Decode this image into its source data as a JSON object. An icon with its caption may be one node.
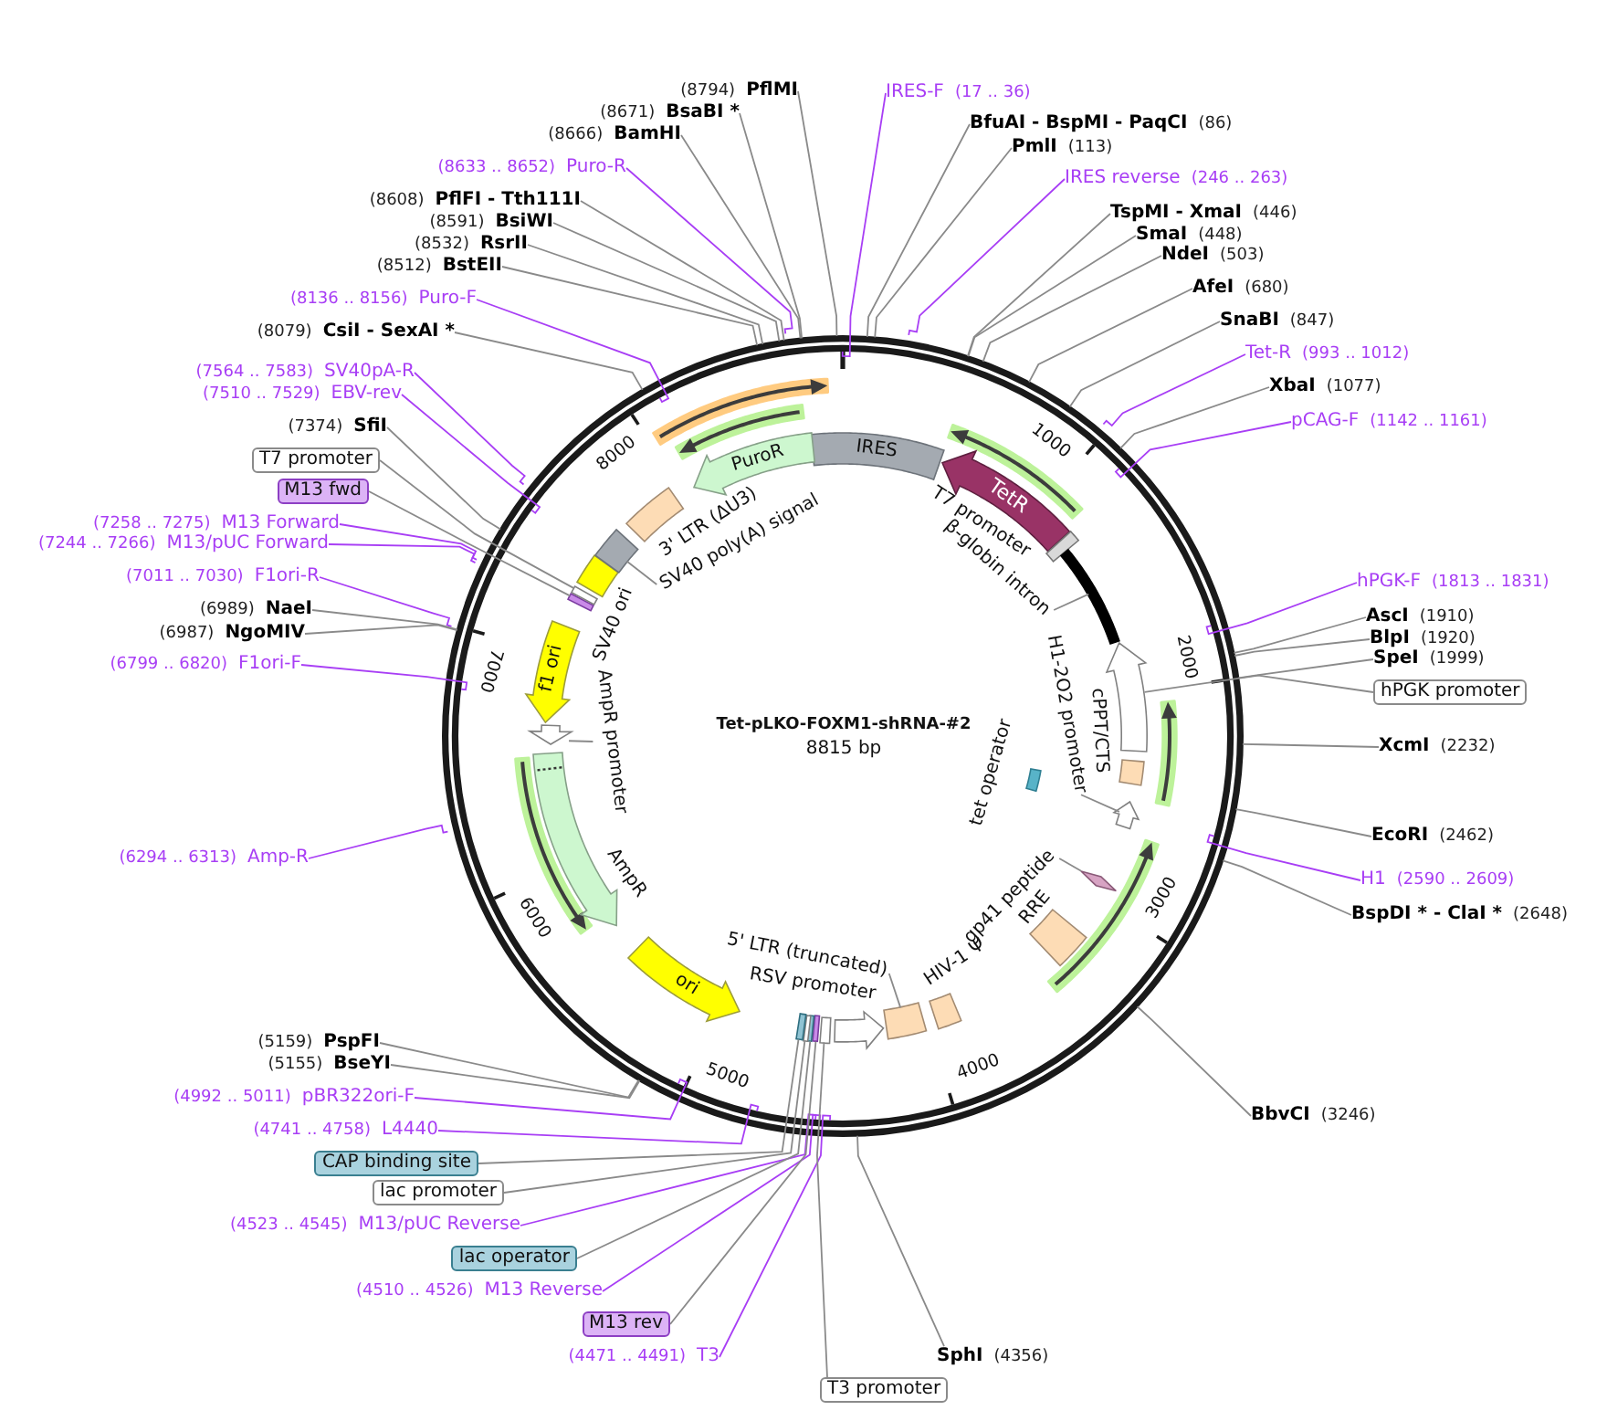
{
  "diagram": {
    "title": "Tet-pLKO-FOXM1-shRNA-#2",
    "nodes": [
      {
        "text": [
          "(8794)",
          "PflMI"
        ]
      },
      {
        "text": [
          "(8671)",
          "BsaBI *"
        ]
      },
      {
        "text": [
          "(8666)",
          "BamHI"
        ]
      },
      {
        "text": [
          "(8633 .. 8652)",
          "Puro-R"
        ]
      },
      {
        "text": [
          "(8608)",
          "PflFI - Tth111I"
        ]
      },
      {
        "text": [
          "(8591)",
          "BsiWI"
        ]
      },
      {
        "text": [
          "(8532)",
          "RsrII"
        ]
      },
      {
        "text": [
          "(8512)",
          "BstEII"
        ]
      },
      {
        "text": [
          "(8136 .. 8156)",
          "Puro-F"
        ]
      },
      {
        "text": [
          "(8079)",
          "CsiI - SexAI *"
        ]
      },
      {
        "text": [
          "(7564 .. 7583)",
          "SV40pA-R"
        ]
      },
      {
        "text": [
          "(7510 .. 7529)",
          "EBV-rev"
        ]
      },
      {
        "text": [
          "(7374)",
          "SfiI"
        ]
      },
      {
        "text": [
          "T7 promoter"
        ]
      },
      {
        "text": [
          "M13 fwd"
        ]
      },
      {
        "text": [
          "(7258 .. 7275)",
          "M13 Forward"
        ]
      },
      {
        "text": [
          "(7244 .. 7266)",
          "M13/pUC Forward"
        ]
      },
      {
        "text": [
          "(7011 .. 7030)",
          "F1ori-R"
        ]
      },
      {
        "text": [
          "(6989)",
          "NaeI"
        ]
      },
      {
        "text": [
          "(6987)",
          "NgoMIV"
        ]
      },
      {
        "text": [
          "(6799 .. 6820)",
          "F1ori-F"
        ]
      },
      {
        "text": [
          "(6294 .. 6313)",
          "Amp-R"
        ]
      },
      {
        "text": [
          "(5159)",
          "PspFI"
        ]
      },
      {
        "text": [
          "(5155)",
          "BseYI"
        ]
      },
      {
        "text": [
          "(4992 .. 5011)",
          "pBR322ori-F"
        ]
      },
      {
        "text": [
          "(4741 .. 4758)",
          "L4440"
        ]
      },
      {
        "text": [
          "CAP binding site"
        ]
      },
      {
        "text": [
          "lac promoter"
        ]
      },
      {
        "text": [
          "(4523 .. 4545)",
          "M13/pUC Reverse"
        ]
      },
      {
        "text": [
          "lac operator"
        ]
      },
      {
        "text": [
          "(4510 .. 4526)",
          "M13 Reverse"
        ]
      },
      {
        "text": [
          "M13 rev"
        ]
      },
      {
        "text": [
          "(4471 .. 4491)",
          "T3"
        ]
      },
      {
        "text": [
          "IRES-F",
          "(17 .. 36)"
        ]
      },
      {
        "text": [
          "BfuAI - BspMI - PaqCI",
          "(86)"
        ]
      },
      {
        "text": [
          "PmlI",
          "(113)"
        ]
      },
      {
        "text": [
          "IRES reverse",
          "(246 .. 263)"
        ]
      },
      {
        "text": [
          "TspMI - XmaI",
          "(446)"
        ]
      },
      {
        "text": [
          "SmaI",
          "(448)"
        ]
      },
      {
        "text": [
          "NdeI",
          "(503)"
        ]
      },
      {
        "text": [
          "AfeI",
          "(680)"
        ]
      },
      {
        "text": [
          "SnaBI",
          "(847)"
        ]
      },
      {
        "text": [
          "Tet-R",
          "(993 .. 1012)"
        ]
      },
      {
        "text": [
          "XbaI",
          "(1077)"
        ]
      },
      {
        "text": [
          "pCAG-F",
          "(1142 .. 1161)"
        ]
      },
      {
        "text": [
          "hPGK-F",
          "(1813 .. 1831)"
        ]
      },
      {
        "text": [
          "AscI",
          "(1910)"
        ]
      },
      {
        "text": [
          "BlpI",
          "(1920)"
        ]
      },
      {
        "text": [
          "SpeI",
          "(1999)"
        ]
      },
      {
        "text": [
          "hPGK promoter"
        ]
      },
      {
        "text": [
          "XcmI",
          "(2232)"
        ]
      },
      {
        "text": [
          "EcoRI",
          "(2462)"
        ]
      },
      {
        "text": [
          "H1",
          "(2590 .. 2609)"
        ]
      },
      {
        "text": [
          "BspDI * - ClaI *",
          "(2648)"
        ]
      },
      {
        "text": [
          "BbvCI",
          "(3246)"
        ]
      },
      {
        "text": [
          "SphI",
          "(4356)"
        ]
      },
      {
        "text": [
          "T3 promoter"
        ]
      },
      {
        "text": [
          "IRES"
        ]
      },
      {
        "text": [
          "TetR"
        ]
      },
      {
        "text": [
          "T7 promoter"
        ]
      },
      {
        "text": [],
        "shape": "bar"
      },
      {
        "text": [],
        "shape": "arrow"
      },
      {
        "text": [],
        "shape": "box",
        "beside": [
          "cPPT/CTS"
        ]
      },
      {
        "text": [],
        "shape": "arrow"
      },
      {
        "text": [],
        "shape": "bar",
        "beside": [
          "tet operator"
        ]
      },
      {
        "text": [],
        "shape": "diamond"
      },
      {
        "text": [],
        "shape": "box",
        "beside": [
          "RRE"
        ]
      },
      {
        "text": [],
        "shape": "box",
        "beside": [
          "HIV-1 Ψ"
        ]
      },
      {
        "text": [],
        "shape": "box"
      },
      {
        "text": [
          "RSV promoter"
        ]
      },
      {
        "text": [],
        "shape": "bar"
      },
      {
        "text": [],
        "shape": "bar"
      },
      {
        "text": [],
        "shape": "bar"
      },
      {
        "text": [],
        "shape": "bar"
      },
      {
        "text": [],
        "shape": "bar"
      },
      {
        "text": [
          "ori"
        ]
      },
      {
        "text": [],
        "shape": "arrow",
        "beside": [
          "AmpR"
        ]
      },
      {
        "text": [],
        "shape": "arrow"
      },
      {
        "text": [
          "f1 ori"
        ]
      },
      {
        "text": [],
        "shape": "bar"
      },
      {
        "text": [],
        "shape": "bar"
      },
      {
        "text": [],
        "shape": "box",
        "beside": [
          "SV40 ori"
        ]
      },
      {
        "text": [],
        "shape": "box"
      },
      {
        "text": [],
        "shape": "box",
        "beside": [
          "3' LTR (ΔU3)"
        ]
      },
      {
        "text": [
          "PuroR"
        ]
      },
      {
        "text": [
          "β-globin intron"
        ]
      },
      {
        "text": [
          "H1-2O2 promoter"
        ]
      },
      {
        "text": [
          "gp41 peptide"
        ]
      },
      {
        "text": [
          "5' LTR (truncated)"
        ]
      },
      {
        "text": [
          "AmpR promoter"
        ]
      },
      {
        "text": [
          "SV40 poly(A) signal"
        ]
      }
    ],
    "edges": [
      {
        "from": 0,
        "to": null,
        "arrow": "none"
      },
      {
        "from": 1,
        "to": null,
        "arrow": "none"
      },
      {
        "from": 2,
        "to": null,
        "arrow": "none"
      },
      {
        "from": 3,
        "to": null,
        "arrow": "none",
        "color": "#a83ef5"
      },
      {
        "from": 4,
        "to": null,
        "arrow": "none"
      },
      {
        "from": 5,
        "to": null,
        "arrow": "none"
      },
      {
        "from": 6,
        "to": null,
        "arrow": "none"
      },
      {
        "from": 7,
        "to": null,
        "arrow": "none"
      },
      {
        "from": 8,
        "to": null,
        "arrow": "none",
        "color": "#a83ef5"
      },
      {
        "from": 9,
        "to": null,
        "arrow": "none"
      },
      {
        "from": 10,
        "to": null,
        "arrow": "none",
        "color": "#a83ef5"
      },
      {
        "from": 11,
        "to": null,
        "arrow": "none",
        "color": "#a83ef5"
      },
      {
        "from": 12,
        "to": null,
        "arrow": "none"
      },
      {
        "from": 13,
        "to": 80,
        "arrow": "none"
      },
      {
        "from": 14,
        "to": 79,
        "arrow": "none"
      },
      {
        "from": 15,
        "to": null,
        "arrow": "none",
        "color": "#a83ef5"
      },
      {
        "from": 16,
        "to": null,
        "arrow": "none",
        "color": "#a83ef5"
      },
      {
        "from": 17,
        "to": null,
        "arrow": "none",
        "color": "#a83ef5"
      },
      {
        "from": 18,
        "to": null,
        "arrow": "none"
      },
      {
        "from": 19,
        "to": null,
        "arrow": "none"
      },
      {
        "from": 20,
        "to": null,
        "arrow": "none",
        "color": "#a83ef5"
      },
      {
        "from": 21,
        "to": null,
        "arrow": "none",
        "color": "#a83ef5"
      },
      {
        "from": 22,
        "to": null,
        "arrow": "none"
      },
      {
        "from": 23,
        "to": null,
        "arrow": "none"
      },
      {
        "from": 24,
        "to": null,
        "arrow": "none",
        "color": "#a83ef5"
      },
      {
        "from": 25,
        "to": null,
        "arrow": "none",
        "color": "#a83ef5"
      },
      {
        "from": 26,
        "to": 74,
        "arrow": "none"
      },
      {
        "from": 27,
        "to": 73,
        "arrow": "none"
      },
      {
        "from": 28,
        "to": null,
        "arrow": "none",
        "color": "#a83ef5"
      },
      {
        "from": 29,
        "to": 72,
        "arrow": "none"
      },
      {
        "from": 30,
        "to": null,
        "arrow": "none",
        "color": "#a83ef5"
      },
      {
        "from": 31,
        "to": 71,
        "arrow": "none"
      },
      {
        "from": 32,
        "to": null,
        "arrow": "none",
        "color": "#a83ef5"
      },
      {
        "from": 33,
        "to": null,
        "arrow": "none",
        "color": "#a83ef5"
      },
      {
        "from": 34,
        "to": null,
        "arrow": "none"
      },
      {
        "from": 35,
        "to": null,
        "arrow": "none"
      },
      {
        "from": 36,
        "to": null,
        "arrow": "none",
        "color": "#a83ef5"
      },
      {
        "from": 37,
        "to": null,
        "arrow": "none"
      },
      {
        "from": 38,
        "to": null,
        "arrow": "none"
      },
      {
        "from": 39,
        "to": null,
        "arrow": "none"
      },
      {
        "from": 40,
        "to": null,
        "arrow": "none"
      },
      {
        "from": 41,
        "to": null,
        "arrow": "none"
      },
      {
        "from": 42,
        "to": null,
        "arrow": "none",
        "color": "#a83ef5"
      },
      {
        "from": 43,
        "to": null,
        "arrow": "none"
      },
      {
        "from": 44,
        "to": null,
        "arrow": "none",
        "color": "#a83ef5"
      },
      {
        "from": 45,
        "to": null,
        "arrow": "none",
        "color": "#a83ef5"
      },
      {
        "from": 46,
        "to": null,
        "arrow": "none"
      },
      {
        "from": 47,
        "to": null,
        "arrow": "none"
      },
      {
        "from": 48,
        "to": null,
        "arrow": "none"
      },
      {
        "from": 49,
        "to": 61,
        "arrow": "none"
      },
      {
        "from": 50,
        "to": null,
        "arrow": "none"
      },
      {
        "from": 51,
        "to": null,
        "arrow": "none"
      },
      {
        "from": 52,
        "to": null,
        "arrow": "none",
        "color": "#a83ef5"
      },
      {
        "from": 53,
        "to": null,
        "arrow": "none"
      },
      {
        "from": 54,
        "to": null,
        "arrow": "none"
      },
      {
        "from": 55,
        "to": null,
        "arrow": "none"
      },
      {
        "from": 56,
        "to": 70,
        "arrow": "none"
      },
      {
        "from": 85,
        "to": 60,
        "arrow": "none"
      },
      {
        "from": 86,
        "to": 63,
        "arrow": "none"
      },
      {
        "from": 87,
        "to": 65,
        "arrow": "none"
      },
      {
        "from": 88,
        "to": 68,
        "arrow": "none"
      },
      {
        "from": 89,
        "to": 77,
        "arrow": "none"
      },
      {
        "from": 90,
        "to": 82,
        "arrow": "none"
      }
    ],
    "labels": [
      "8815 bp",
      "1000",
      "2000",
      "3000",
      "4000",
      "5000",
      "6000",
      "7000",
      "8000"
    ]
  }
}
